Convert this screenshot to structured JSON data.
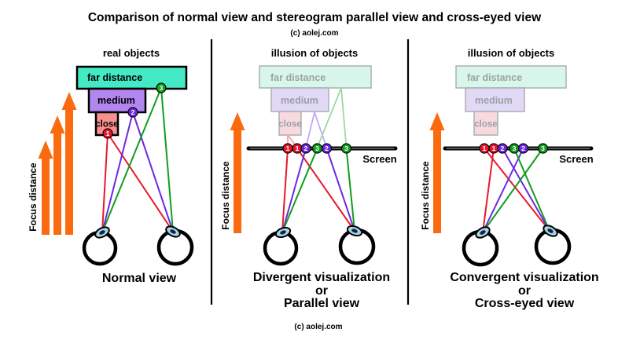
{
  "title": "Comparison of normal view and stereogram parallel view and cross-eyed view",
  "copyright": "(c) aolej.com",
  "markers": {
    "m1": "1",
    "m2": "2",
    "m3": "3"
  },
  "labels": {
    "focus_distance": "Focus distance",
    "screen": "Screen",
    "far": "far distance",
    "medium": "medium",
    "close": "close"
  },
  "panels": {
    "normal": {
      "header": "real objects",
      "caption": "Normal view"
    },
    "parallel": {
      "header": "illusion of objects",
      "caption_line1": "Divergent visualization",
      "caption_line2": "or",
      "caption_line3": "Parallel view"
    },
    "crosseyed": {
      "header": "illusion of objects",
      "caption_line1": "Convergent visualization",
      "caption_line2": "or",
      "caption_line3": "Cross-eyed view"
    }
  },
  "colors": {
    "red": "#e8182b",
    "purple": "#6d28e0",
    "green": "#109e1e",
    "orange": "#fb6a0e",
    "teal": "#44eac4",
    "medium_purple": "#b286ef",
    "salmon": "#f98f8f",
    "faded_teal": "#d9f6ea",
    "faded_purple": "#e1d9f6",
    "faded_pink": "#f8d9de",
    "faded_red": "#f2a0aa",
    "faded_violet": "#c1aaf0",
    "faded_green": "#9cd8a4",
    "faded_border": "#a9b0b4",
    "box_text": "#9aa2a8",
    "iris": "#a9d4e2",
    "pupil": "#10224d",
    "screen_gray": "#8a8a8a"
  }
}
